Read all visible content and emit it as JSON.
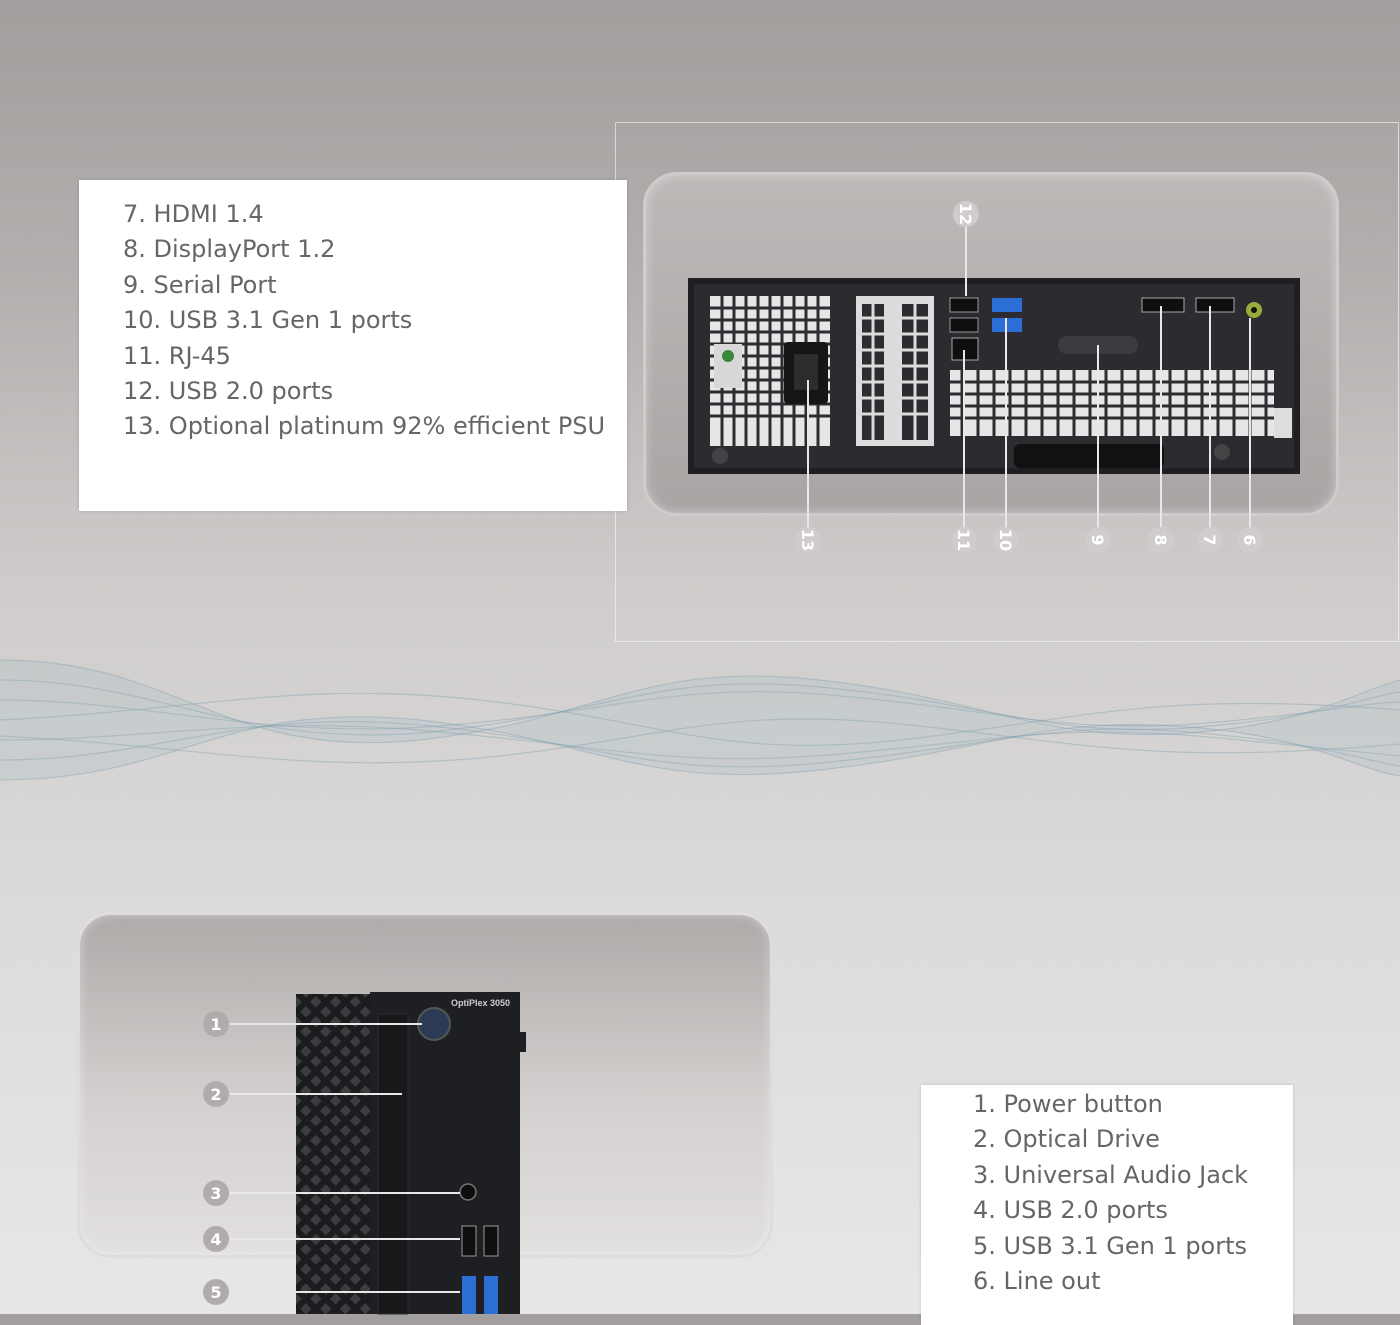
{
  "rear_legend": {
    "items": [
      "7. HDMI 1.4",
      "8. DisplayPort 1.2",
      "9. Serial Port",
      "10. USB 3.1 Gen 1 ports",
      "11. RJ-45",
      "12. USB 2.0 ports",
      "13. Optional platinum 92% efficient PSU"
    ]
  },
  "front_legend": {
    "items": [
      "1. Power button",
      "2. Optical Drive",
      "3. Universal Audio Jack",
      "4. USB 2.0 ports",
      "5. USB 3.1 Gen 1 ports",
      "6. Line out"
    ]
  },
  "rear_markers": [
    "12",
    "13",
    "11",
    "10",
    "9",
    "8",
    "7",
    "6"
  ],
  "front_markers": [
    "1",
    "2",
    "3",
    "4",
    "5"
  ],
  "device": {
    "model_label": "OptiPlex 3050"
  },
  "colors": {
    "legend_text": "#666666",
    "marker": "#cfcccb",
    "usb3_blue": "#2b6fd6",
    "chassis": "#1d1f22",
    "wave": "#6f98a8"
  }
}
